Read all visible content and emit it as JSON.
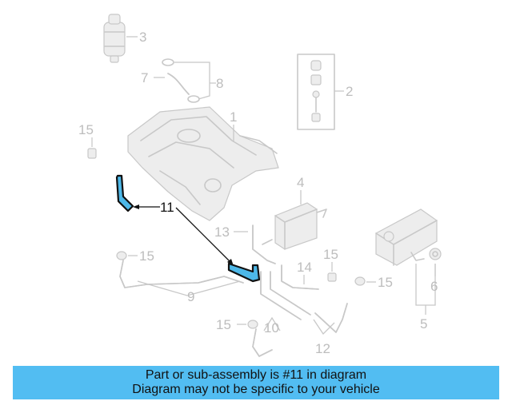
{
  "callouts": {
    "c1": "1",
    "c2": "2",
    "c3": "3",
    "c4": "4",
    "c5": "5",
    "c6": "6",
    "c7": "7",
    "c8": "8",
    "c9": "9",
    "c10": "10",
    "c11": "11",
    "c12": "12",
    "c13": "13",
    "c14": "14",
    "c15a": "15",
    "c15b": "15",
    "c15c": "15",
    "c15d": "15",
    "c15e": "15"
  },
  "highlighted_part": "11",
  "colors": {
    "highlight": "#4db8e8",
    "banner": "#52bdf2",
    "muted": "#c8c8c8"
  },
  "banner": {
    "line1": "Part or sub-assembly is #11 in diagram",
    "line2": "Diagram may not be specific to your vehicle"
  }
}
